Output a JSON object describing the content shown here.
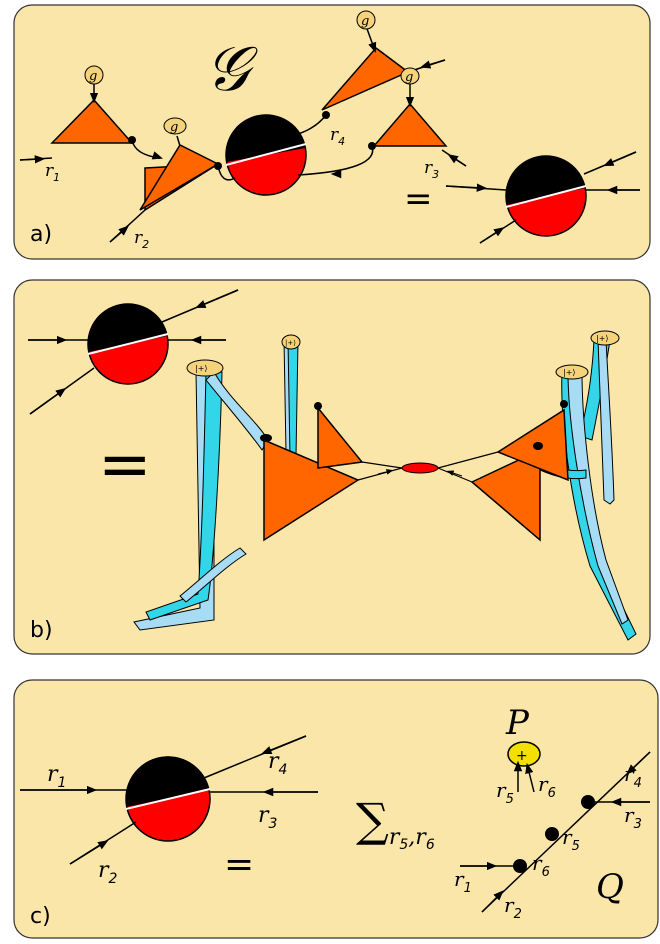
{
  "panels": {
    "a": {
      "tag": "a)",
      "script_g": "𝒢",
      "g_label": "g",
      "r1": "r",
      "r1_sub": "1",
      "r2": "r",
      "r2_sub": "2",
      "r3": "r",
      "r3_sub": "3",
      "r4": "r",
      "r4_sub": "4",
      "equals": "="
    },
    "b": {
      "tag": "b)",
      "equals": "=",
      "plus_state": "|+⟩"
    },
    "c": {
      "tag": "c)",
      "r1": "r",
      "r1_sub": "1",
      "r2": "r",
      "r2_sub": "2",
      "r3": "r",
      "r3_sub": "3",
      "r4": "r",
      "r4_sub": "4",
      "r5": "r",
      "r5_sub": "5",
      "r6": "r",
      "r6_sub": "6",
      "equals": "=",
      "sum_symbol": "∑",
      "sum_sub": "r",
      "sum_sub_5": "5",
      "sum_sub_comma": ",",
      "sum_sub_6": "6",
      "P": "P",
      "Q": "Q",
      "plus": "+"
    }
  },
  "colors": {
    "panel_fill": "#fbe6aa",
    "orange": "#ff6600",
    "red": "#ff0000",
    "black": "#000000",
    "cyan": "#33d6e8",
    "light_blue": "#a8dcf4",
    "yellow": "#f3e000"
  }
}
